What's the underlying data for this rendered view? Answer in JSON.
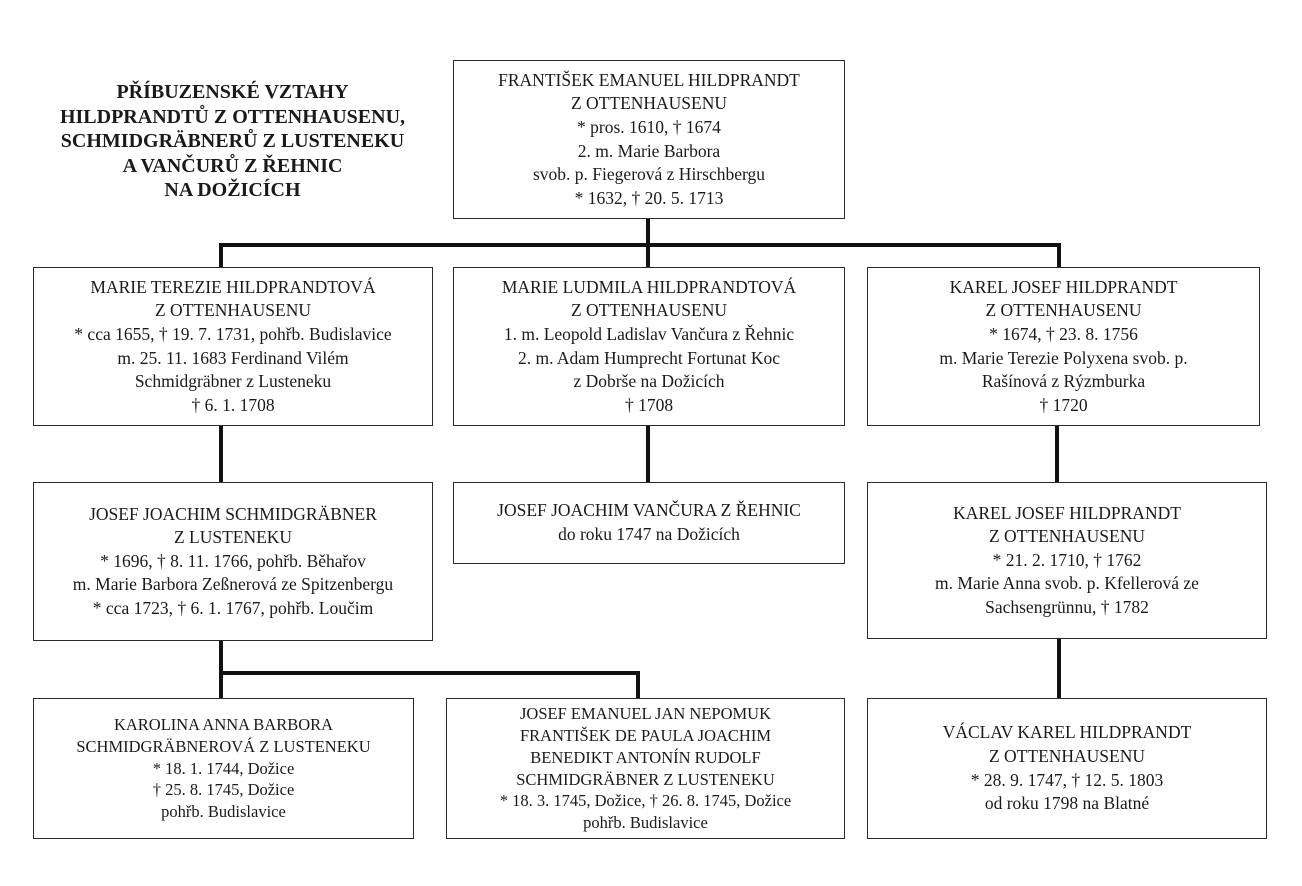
{
  "title": {
    "lines": [
      "PŘÍBUZENSKÉ VZTAHY",
      "HILDPRANDTŮ Z OTTENHAUSENU,",
      "SCHMIDGRÄBNERŮ Z LUSTENEKU",
      "A VANČURŮ Z ŘEHNIC",
      "NA DOŽICÍCH"
    ]
  },
  "persons": {
    "frantisek": [
      "FRANTIŠEK EMANUEL HILDPRANDT",
      "Z OTTENHAUSENU",
      "* pros. 1610, † 1674",
      "2. m. Marie Barbora",
      "svob. p. Fiegerová z Hirschbergu",
      "* 1632, † 20. 5. 1713"
    ],
    "marie_terezie": [
      "MARIE TEREZIE HILDPRANDTOVÁ",
      "Z OTTENHAUSENU",
      "* cca 1655, † 19. 7. 1731, pohřb. Budislavice",
      "m. 25. 11. 1683 Ferdinand Vilém",
      "Schmidgräbner z Lusteneku",
      "† 6. 1. 1708"
    ],
    "marie_ludmila": [
      "MARIE LUDMILA HILDPRANDTOVÁ",
      "Z OTTENHAUSENU",
      "1. m. Leopold Ladislav Vančura z Řehnic",
      "2. m. Adam Humprecht Fortunat Koc",
      "z Dobrše na Dožicích",
      "† 1708"
    ],
    "karel_josef_1": [
      "KAREL JOSEF HILDPRANDT",
      "Z OTTENHAUSENU",
      "* 1674, † 23. 8. 1756",
      "m. Marie Terezie Polyxena svob. p.",
      "Rašínová z Rýzmburka",
      "† 1720"
    ],
    "josef_joachim_s": [
      "JOSEF JOACHIM SCHMIDGRÄBNER",
      "Z LUSTENEKU",
      "* 1696, † 8. 11. 1766, pohřb. Běhařov",
      "m. Marie Barbora Zeßnerová ze Spitzenbergu",
      "* cca 1723, † 6. 1. 1767, pohřb. Loučim"
    ],
    "josef_joachim_v": [
      "JOSEF JOACHIM VANČURA Z ŘEHNIC",
      "do roku 1747 na Dožicích"
    ],
    "karel_josef_2": [
      "KAREL JOSEF HILDPRANDT",
      "Z OTTENHAUSENU",
      "* 21. 2. 1710, † 1762",
      "m. Marie Anna svob. p. Kfellerová ze",
      "Sachsengrünnu, † 1782"
    ],
    "karolina": [
      "KAROLINA ANNA BARBORA",
      "SCHMIDGRÄBNEROVÁ Z LUSTENEKU",
      "* 18. 1. 1744, Dožice",
      "† 25. 8. 1745, Dožice",
      "pohřb. Budislavice"
    ],
    "josef_emanuel": [
      "JOSEF EMANUEL JAN NEPOMUK",
      "FRANTIŠEK DE PAULA JOACHIM",
      "BENEDIKT ANTONÍN RUDOLF",
      "SCHMIDGRÄBNER Z LUSTENEKU",
      "* 18. 3. 1745, Dožice, † 26. 8. 1745, Dožice",
      "pohřb. Budislavice"
    ],
    "vaclav": [
      "VÁCLAV KAREL HILDPRANDT",
      "Z OTTENHAUSENU",
      "* 28. 9. 1747, † 12. 5. 1803",
      "od roku 1798 na Blatné"
    ]
  }
}
